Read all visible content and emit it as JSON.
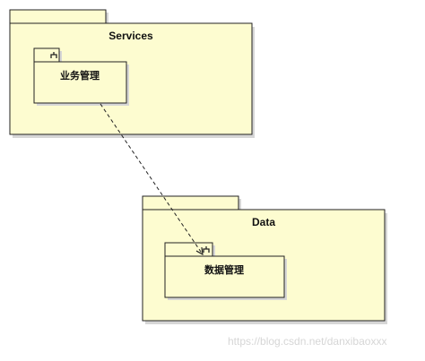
{
  "colors": {
    "package_fill": "#fdfcd0",
    "stroke": "#222222",
    "shadow": "#d6d6d6",
    "watermark": "#d6d6d6"
  },
  "packages": [
    {
      "id": "services",
      "title": "Services",
      "modules": [
        {
          "label": "业务管理",
          "icon": "module-fork-icon"
        }
      ]
    },
    {
      "id": "data",
      "title": "Data",
      "modules": [
        {
          "label": "数据管理",
          "icon": "module-fork-icon"
        }
      ]
    }
  ],
  "dependency": {
    "from": "业务管理",
    "to": "数据管理",
    "style": "dashed",
    "arrowhead": "open"
  },
  "watermark": "https://blog.csdn.net/danxibaoxxx"
}
